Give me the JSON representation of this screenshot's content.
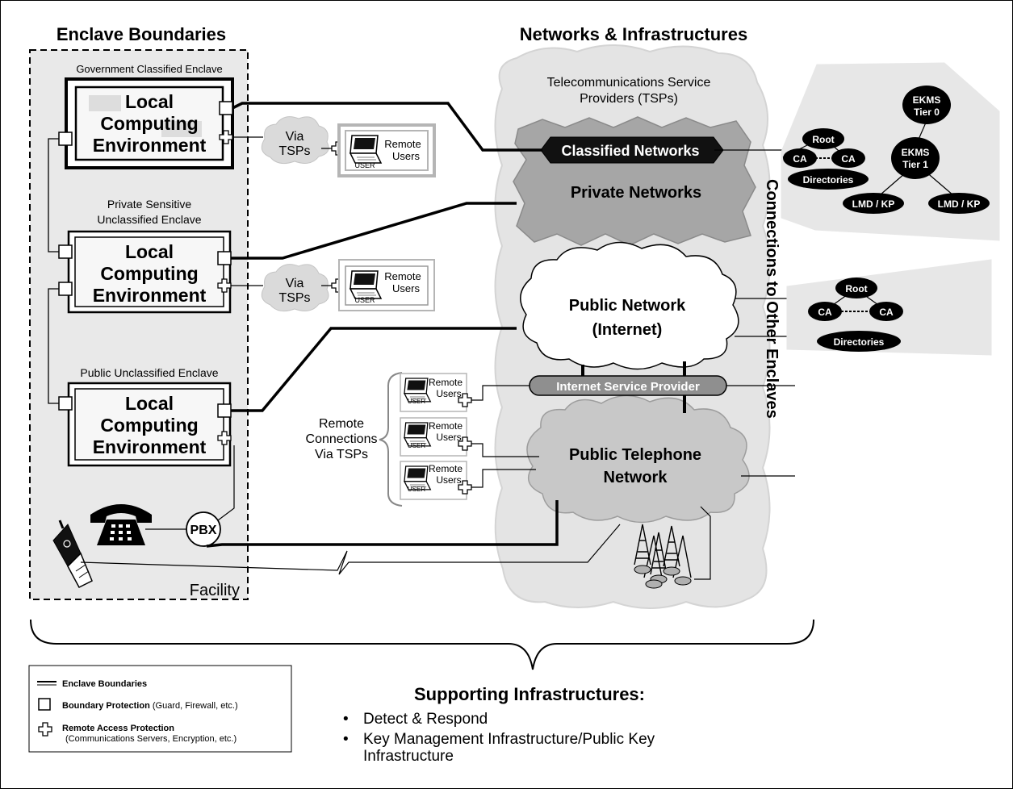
{
  "headings": {
    "enclave_boundaries": "Enclave Boundaries",
    "networks_infrastructures": "Networks & Infrastructures",
    "tsp_line1": "Telecommunications Service",
    "tsp_line2": "Providers (TSPs)",
    "connections_other_enclaves": "Connections to Other Enclaves",
    "facility": "Facility"
  },
  "enclaves": [
    {
      "title": "Government Classified Enclave",
      "title2": "",
      "lce1": "Local",
      "lce2": "Computing",
      "lce3": "Environment"
    },
    {
      "title": "Private Sensitive",
      "title2": "Unclassified Enclave",
      "lce1": "Local",
      "lce2": "Computing",
      "lce3": "Environment"
    },
    {
      "title": "Public Unclassified Enclave",
      "title2": "",
      "lce1": "Local",
      "lce2": "Computing",
      "lce3": "Environment"
    }
  ],
  "via_tsps": {
    "line1": "Via",
    "line2": "TSPs"
  },
  "remote_users": {
    "line1": "Remote",
    "line2": "Users",
    "screen_label": "USER"
  },
  "remote_connections": {
    "line1": "Remote",
    "line2": "Connections",
    "line3": "Via TSPs"
  },
  "networks": {
    "classified": "Classified Networks",
    "private": "Private Networks",
    "public_line1": "Public  Network",
    "public_line2": "(Internet)",
    "isp": "Internet Service Provider",
    "telephone_line1": "Public Telephone",
    "telephone_line2": "Network"
  },
  "kmi_top": {
    "root": "Root",
    "ca": "CA",
    "directories": "Directories",
    "ekms0_line1": "EKMS",
    "ekms0_line2": "Tier 0",
    "ekms1_line1": "EKMS",
    "ekms1_line2": "Tier 1",
    "lmd": "LMD / KP"
  },
  "kmi_bottom": {
    "root": "Root",
    "ca": "CA",
    "directories": "Directories"
  },
  "pbx": "PBX",
  "legend": {
    "enclave_boundaries": "Enclave Boundaries",
    "boundary_protection": "Boundary Protection",
    "boundary_protection_detail": "(Guard, Firewall, etc.)",
    "remote_access_protection": "Remote Access Protection",
    "remote_access_detail": "(Communications Servers, Encryption, etc.)"
  },
  "supporting": {
    "title": "Supporting Infrastructures:",
    "item1": "Detect & Respond",
    "item2_line1": "Key Management Infrastructure/Public Key",
    "item2_line2": "Infrastructure"
  }
}
